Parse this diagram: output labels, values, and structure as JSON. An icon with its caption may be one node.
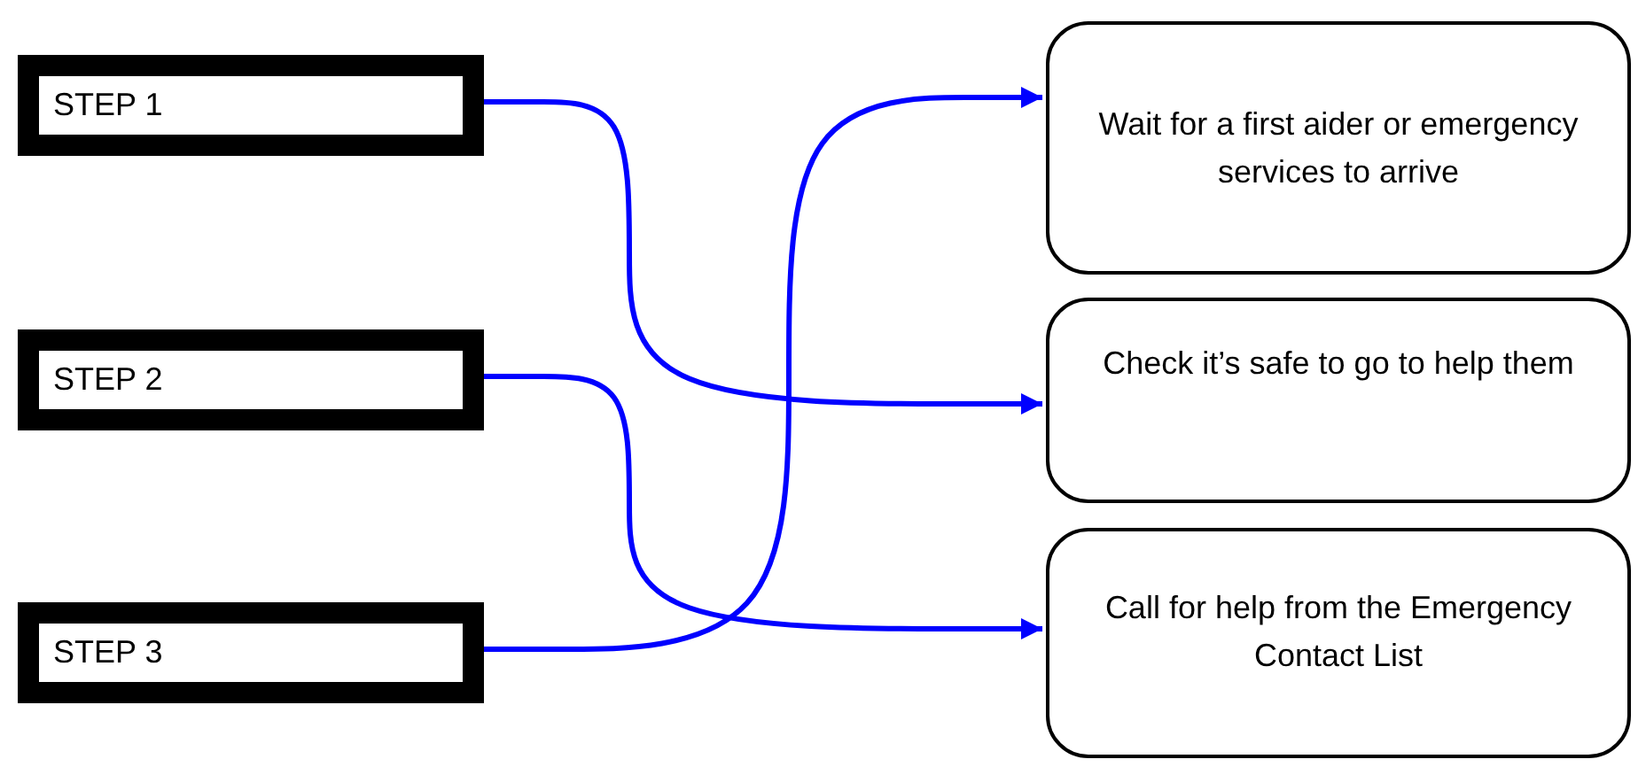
{
  "diagram": {
    "nodes": [
      {
        "text": [
          "STEP 1"
        ]
      },
      {
        "text": [
          "STEP 2"
        ]
      },
      {
        "text": [
          "STEP 3"
        ]
      },
      {
        "text": [
          "Wait for a first aider or emergency services to arrive"
        ]
      },
      {
        "text": [
          "Check it’s safe to go to help them"
        ]
      },
      {
        "text": [
          "Call for help from the Emergency Contact List"
        ]
      }
    ],
    "edges": [
      {
        "from": 0,
        "to": 4,
        "arrow": "to"
      },
      {
        "from": 1,
        "to": 5,
        "arrow": "to"
      },
      {
        "from": 2,
        "to": 3,
        "arrow": "to"
      }
    ]
  }
}
